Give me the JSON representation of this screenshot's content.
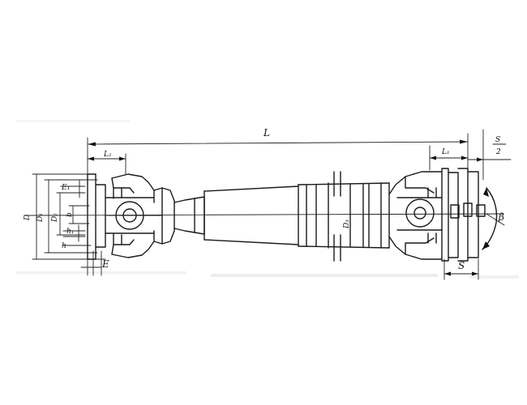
{
  "labels": {
    "L": "L",
    "L2": "L₂",
    "L1": "L₁",
    "S_half_num": "S",
    "S_half_den": "2",
    "S": "S",
    "beta": "β",
    "D": "D",
    "D1": "D₁",
    "D2": "D₂",
    "D3": "D₃",
    "E1": "E₁",
    "E": "E",
    "b": "b",
    "h1": "h₁",
    "h": "h"
  }
}
